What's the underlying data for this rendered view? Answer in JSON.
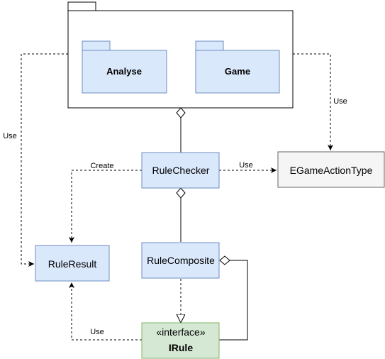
{
  "packages": {
    "analyse": "Analyse",
    "game": "Game"
  },
  "classes": {
    "rule_checker": "RuleChecker",
    "egame_action_type": "EGameActionType",
    "rule_result": "RuleResult",
    "rule_composite": "RuleComposite",
    "irule_stereotype": "«interface»",
    "irule_name": "IRule"
  },
  "edges": {
    "use_left": "Use",
    "use_right": "Use",
    "create": "Create",
    "use_checker": "Use",
    "use_irule": "Use"
  },
  "colors": {
    "blue_fill": "#dae8fc",
    "blue_stroke": "#6c8ebf",
    "green_fill": "#d5e8d4",
    "green_stroke": "#82b366",
    "grey_fill": "#f5f5f5",
    "grey_stroke": "#666666"
  }
}
